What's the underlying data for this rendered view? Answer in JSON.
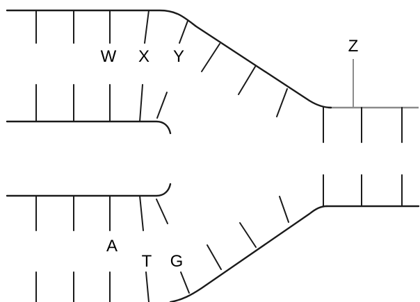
{
  "labels": {
    "w": "W",
    "x": "X",
    "y": "Y",
    "z": "Z",
    "a": "A",
    "t": "T",
    "g": "G"
  }
}
